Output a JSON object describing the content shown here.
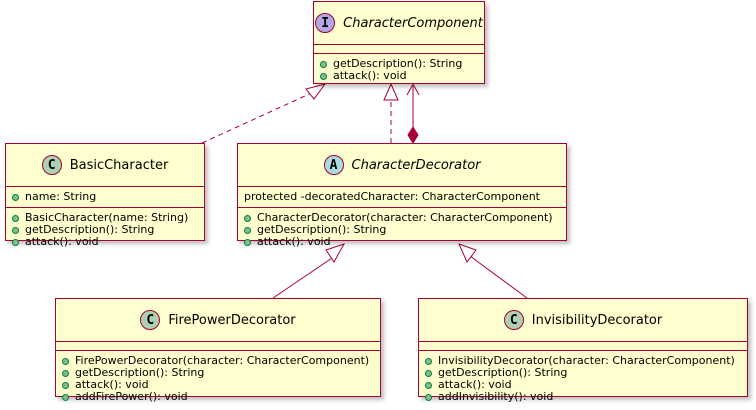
{
  "classes": {
    "component": {
      "stereotype": "I",
      "name": "CharacterComponent",
      "fields": [],
      "methods": [
        "getDescription(): String",
        "attack(): void"
      ]
    },
    "basic": {
      "stereotype": "C",
      "name": "BasicCharacter",
      "fields": [
        "name: String"
      ],
      "methods": [
        "BasicCharacter(name: String)",
        "getDescription(): String",
        "attack(): void"
      ]
    },
    "decorator": {
      "stereotype": "A",
      "name": "CharacterDecorator",
      "fields": [
        "protected -decoratedCharacter: CharacterComponent"
      ],
      "methods": [
        "CharacterDecorator(character: CharacterComponent)",
        "getDescription(): String",
        "attack(): void"
      ]
    },
    "fire": {
      "stereotype": "C",
      "name": "FirePowerDecorator",
      "fields": [],
      "methods": [
        "FirePowerDecorator(character: CharacterComponent)",
        "getDescription(): String",
        "attack(): void",
        "addFirePower(): void"
      ]
    },
    "invis": {
      "stereotype": "C",
      "name": "InvisibilityDecorator",
      "fields": [],
      "methods": [
        "InvisibilityDecorator(character: CharacterComponent)",
        "getDescription(): String",
        "attack(): void",
        "addInvisibility(): void"
      ]
    }
  },
  "colors": {
    "border": "#a80036",
    "fill": "#fefece",
    "class_badge": "#add1b2",
    "abstract_badge": "#a9dcdf",
    "interface_badge": "#b4a7e5"
  }
}
